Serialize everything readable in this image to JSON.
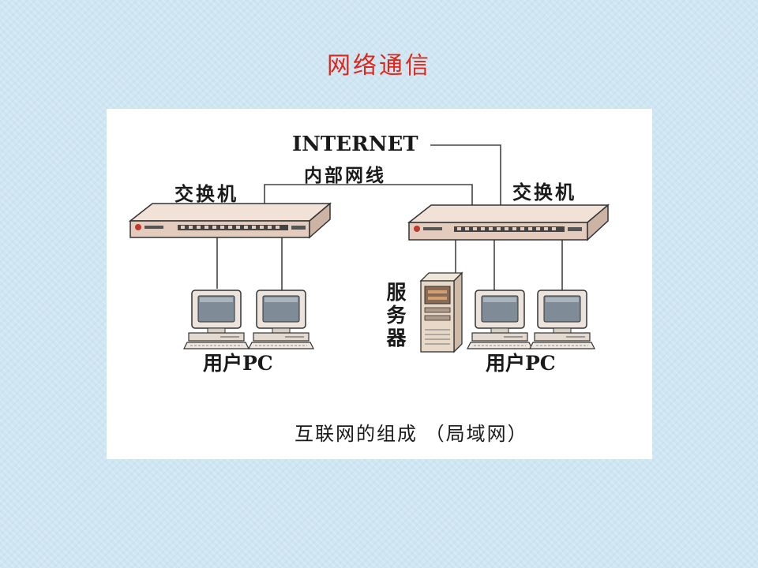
{
  "slide": {
    "title": "网络通信"
  },
  "diagram": {
    "internet_label": "INTERNET",
    "intranet_label": "内部网线",
    "switch_left_label": "交换机",
    "switch_right_label": "交换机",
    "server_label": "服务器",
    "pc_left_label": "用户PC",
    "pc_right_label": "用户PC",
    "caption": "互联网的组成 （局域网）"
  },
  "colors": {
    "title": "#e0261b",
    "switch_body": "#e9d2c5",
    "switch_front": "#c9b0a2",
    "monitor_screen": "#7f8b96",
    "case": "#e7d8c8"
  }
}
